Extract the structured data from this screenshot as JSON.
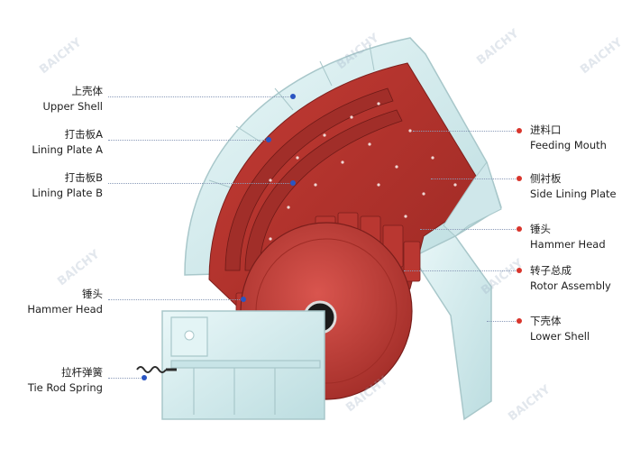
{
  "diagram": {
    "watermark": "BAICHY",
    "labels": [
      {
        "zh": "上壳体",
        "en": "Upper Shell"
      },
      {
        "zh": "打击板A",
        "en": "Lining Plate A"
      },
      {
        "zh": "打击板B",
        "en": "Lining Plate B"
      },
      {
        "zh": "锤头",
        "en": "Hammer Head"
      },
      {
        "zh": "拉杆弹簧",
        "en": "Tie Rod Spring"
      },
      {
        "zh": "进料口",
        "en": "Feeding Mouth"
      },
      {
        "zh": "侧衬板",
        "en": "Side Lining Plate"
      },
      {
        "zh": "锤头",
        "en": "Hammer Head"
      },
      {
        "zh": "转子总成",
        "en": "Rotor Assembly"
      },
      {
        "zh": "下壳体",
        "en": "Lower Shell"
      }
    ],
    "colors": {
      "shell": "#d7eef0",
      "shell_edge": "#aac9cc",
      "lining_red": "#b8342e",
      "lining_dark": "#7e1f1c",
      "rotor_red": "#c8403a",
      "left_marker": "#2a55c2",
      "right_marker": "#d8352c"
    }
  }
}
